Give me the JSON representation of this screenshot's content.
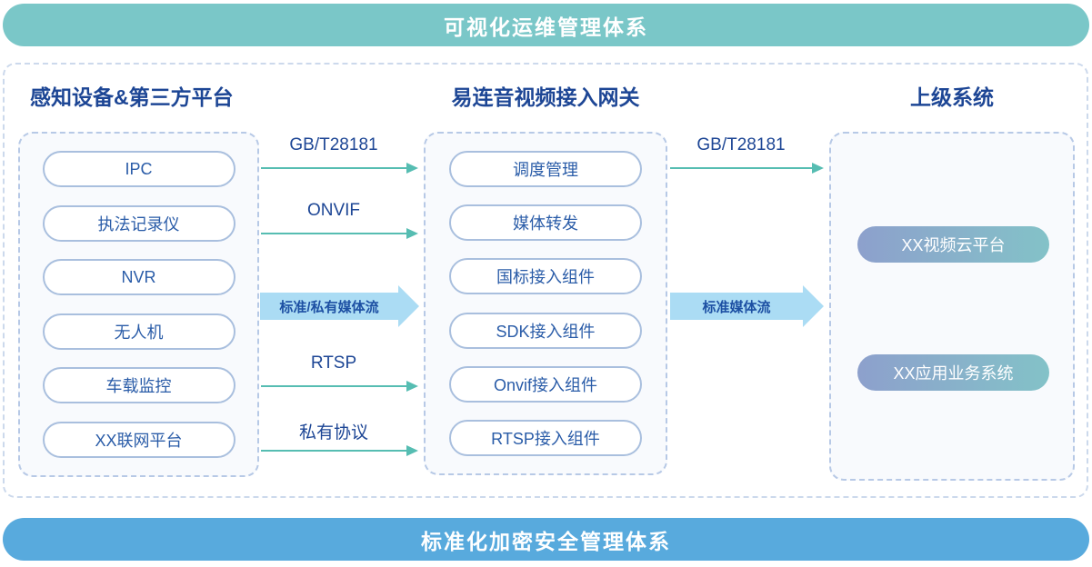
{
  "banners": {
    "top": "可视化运维管理体系",
    "bottom": "标准化加密安全管理体系"
  },
  "columns": {
    "left": {
      "title": "感知设备&第三方平台",
      "items": [
        "IPC",
        "执法记录仪",
        "NVR",
        "无人机",
        "车载监控",
        "XX联网平台"
      ]
    },
    "middle": {
      "title": "易连音视频接入网关",
      "items": [
        "调度管理",
        "媒体转发",
        "国标接入组件",
        "SDK接入组件",
        "Onvif接入组件",
        "RTSP接入组件"
      ]
    },
    "right": {
      "title": "上级系统",
      "items": [
        "XX视频云平台",
        "XX应用业务系统"
      ]
    }
  },
  "flows": {
    "left_to_middle": {
      "gbt28181": "GB/T28181",
      "onvif": "ONVIF",
      "media_stream": "标准/私有媒体流",
      "rtsp": "RTSP",
      "private_protocol": "私有协议"
    },
    "middle_to_right": {
      "gbt28181": "GB/T28181",
      "media_stream": "标准媒体流"
    }
  },
  "colors": {
    "banner_top": "#7ac7c8",
    "banner_bottom": "#58aadd",
    "title_text": "#1d4695",
    "pill_text": "#2a5ca8",
    "pill_border": "#a9bfde",
    "dashed_border": "#b7c9e6",
    "thin_arrow": "#56bdb2",
    "thick_arrow": "#abdcf4",
    "gradient_pill_start": "#8da0cc",
    "gradient_pill_end": "#83c2c8"
  }
}
